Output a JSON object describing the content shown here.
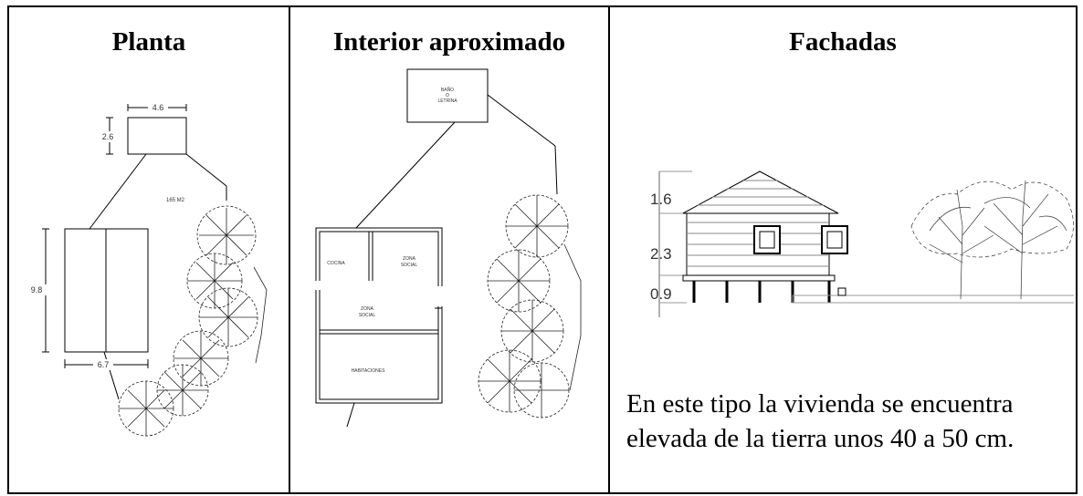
{
  "columns": [
    {
      "title": "Planta",
      "dimensions": {
        "width_top": "4.6",
        "height_top": "2.6",
        "area": "165 M2",
        "height_main": "9.8",
        "width_main": "6.7"
      }
    },
    {
      "title": "Interior aproximado",
      "rooms": {
        "bath": [
          "BAÑO",
          "O",
          "LETRINA"
        ],
        "kitchen": "COCINA",
        "social_1": [
          "ZONA",
          "SOCIAL"
        ],
        "social_2": [
          "ZONA",
          "SOCIAL"
        ],
        "bedrooms": "HABITACIONES"
      }
    },
    {
      "title": "Fachadas",
      "heights": [
        "1.6",
        "2.3",
        "0.9"
      ],
      "description_line1": "En este tipo la vivienda se encuentra",
      "description_line2": "elevada de la tierra unos 40 a 50 cm."
    }
  ]
}
